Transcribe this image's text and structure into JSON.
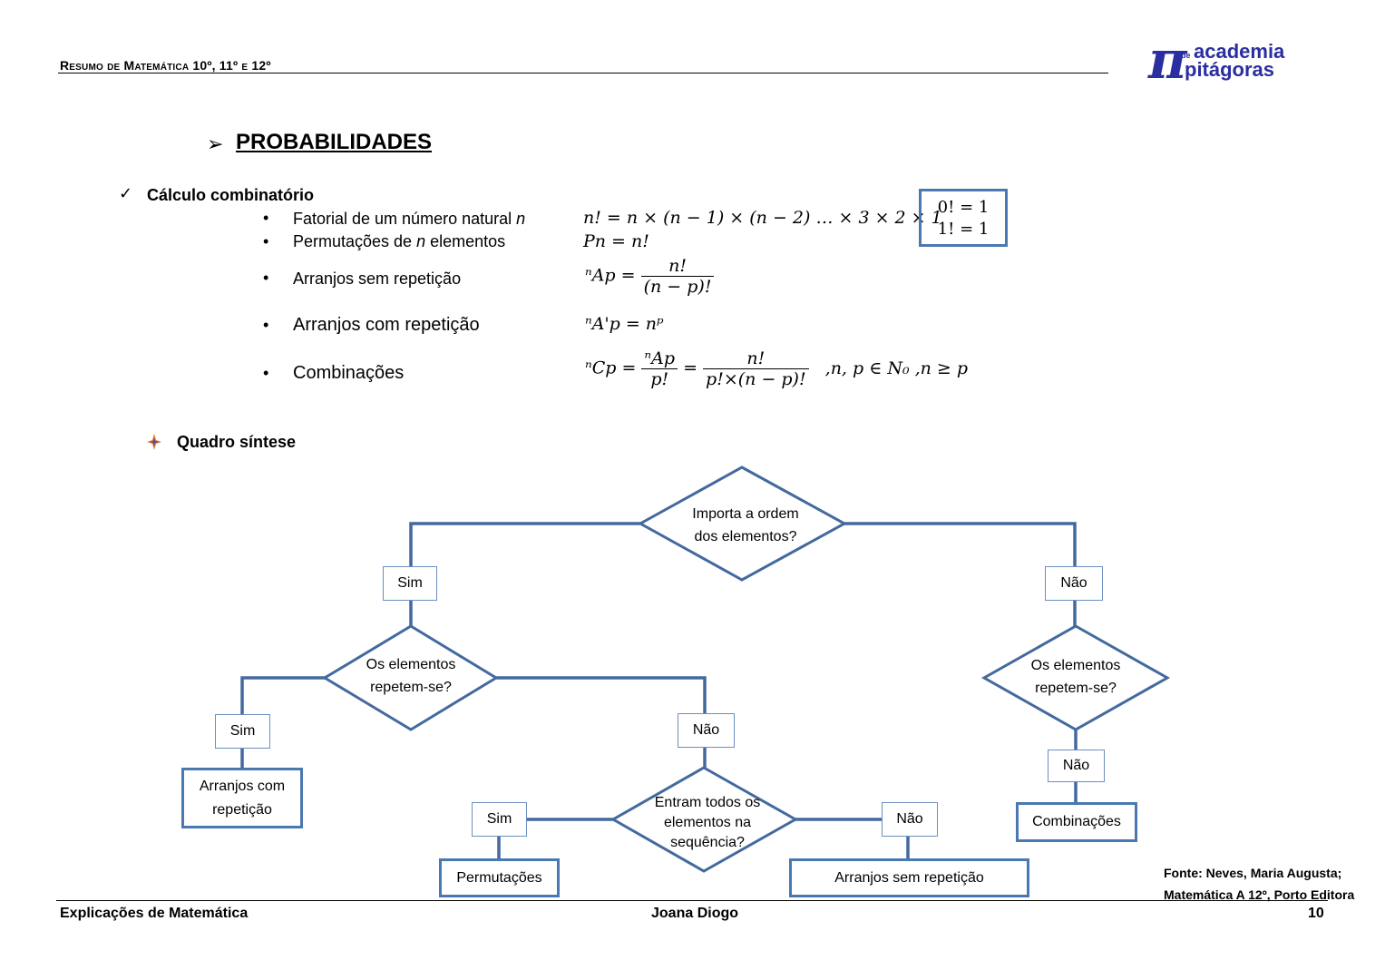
{
  "header": {
    "title": "Resumo de Matemática 10º, 11º e 12º",
    "logo_top": "academia",
    "logo_de": "de",
    "logo_bottom": "pitágoras"
  },
  "section": {
    "arrow": "➢",
    "title": "PROBABILIDADES",
    "check": "✓",
    "subtitle": "Cálculo combinatório",
    "items": [
      {
        "label": "Fatorial de um número natural ",
        "label_var": "n"
      },
      {
        "label_pre": "Permutações de ",
        "label_var": "n",
        "label_post": " elementos"
      },
      {
        "label": "Arranjos sem repetição"
      },
      {
        "label": "Arranjos com repetição"
      },
      {
        "label": "Combinações"
      }
    ],
    "factorial_formula": "n! = n × (n − 1) × (n − 2) … × 3 × 2 × 1",
    "permutation_formula": "Pn = n!",
    "arranjo_sem": {
      "lhs": "ⁿAp =",
      "num": "n!",
      "den": "(n − p)!"
    },
    "arranjo_com": "ⁿA'p = nᵖ",
    "combinacoes": {
      "lhs": "ⁿCp =",
      "num1": "ⁿAp",
      "den1": "p!",
      "eq": "=",
      "num2": "n!",
      "den2": "p!×(n − p)!",
      "cond": ",n,  p ∈ N₀ ,n ≥ p"
    },
    "zero_box": [
      "0! = 1",
      "1! = 1"
    ]
  },
  "quadro": {
    "title": "Quadro síntese"
  },
  "flowchart": {
    "d_top": [
      "Importa a ordem",
      "dos elementos?"
    ],
    "d_left": [
      "Os elementos",
      "repetem-se?"
    ],
    "d_right": [
      "Os elementos",
      "repetem-se?"
    ],
    "d_bottom": [
      "Entram todos os",
      "elementos na",
      "sequência?"
    ],
    "sim": "Sim",
    "nao": "Não",
    "res_arranjos_com": [
      "Arranjos com",
      "repetição"
    ],
    "res_permutacoes": "Permutações",
    "res_arranjos_sem": "Arranjos sem repetição",
    "res_combinacoes": "Combinações"
  },
  "footer": {
    "fonte_1": "Fonte: Neves, Maria Augusta;",
    "fonte_2": "Matemática A 12º, Porto Editora",
    "left": "Explicações de Matemática",
    "center": "Joana Diogo",
    "page": "10"
  },
  "colors": {
    "line": "#44699e",
    "result_border": "#4a78b0",
    "logo": "#2a2ea0"
  }
}
